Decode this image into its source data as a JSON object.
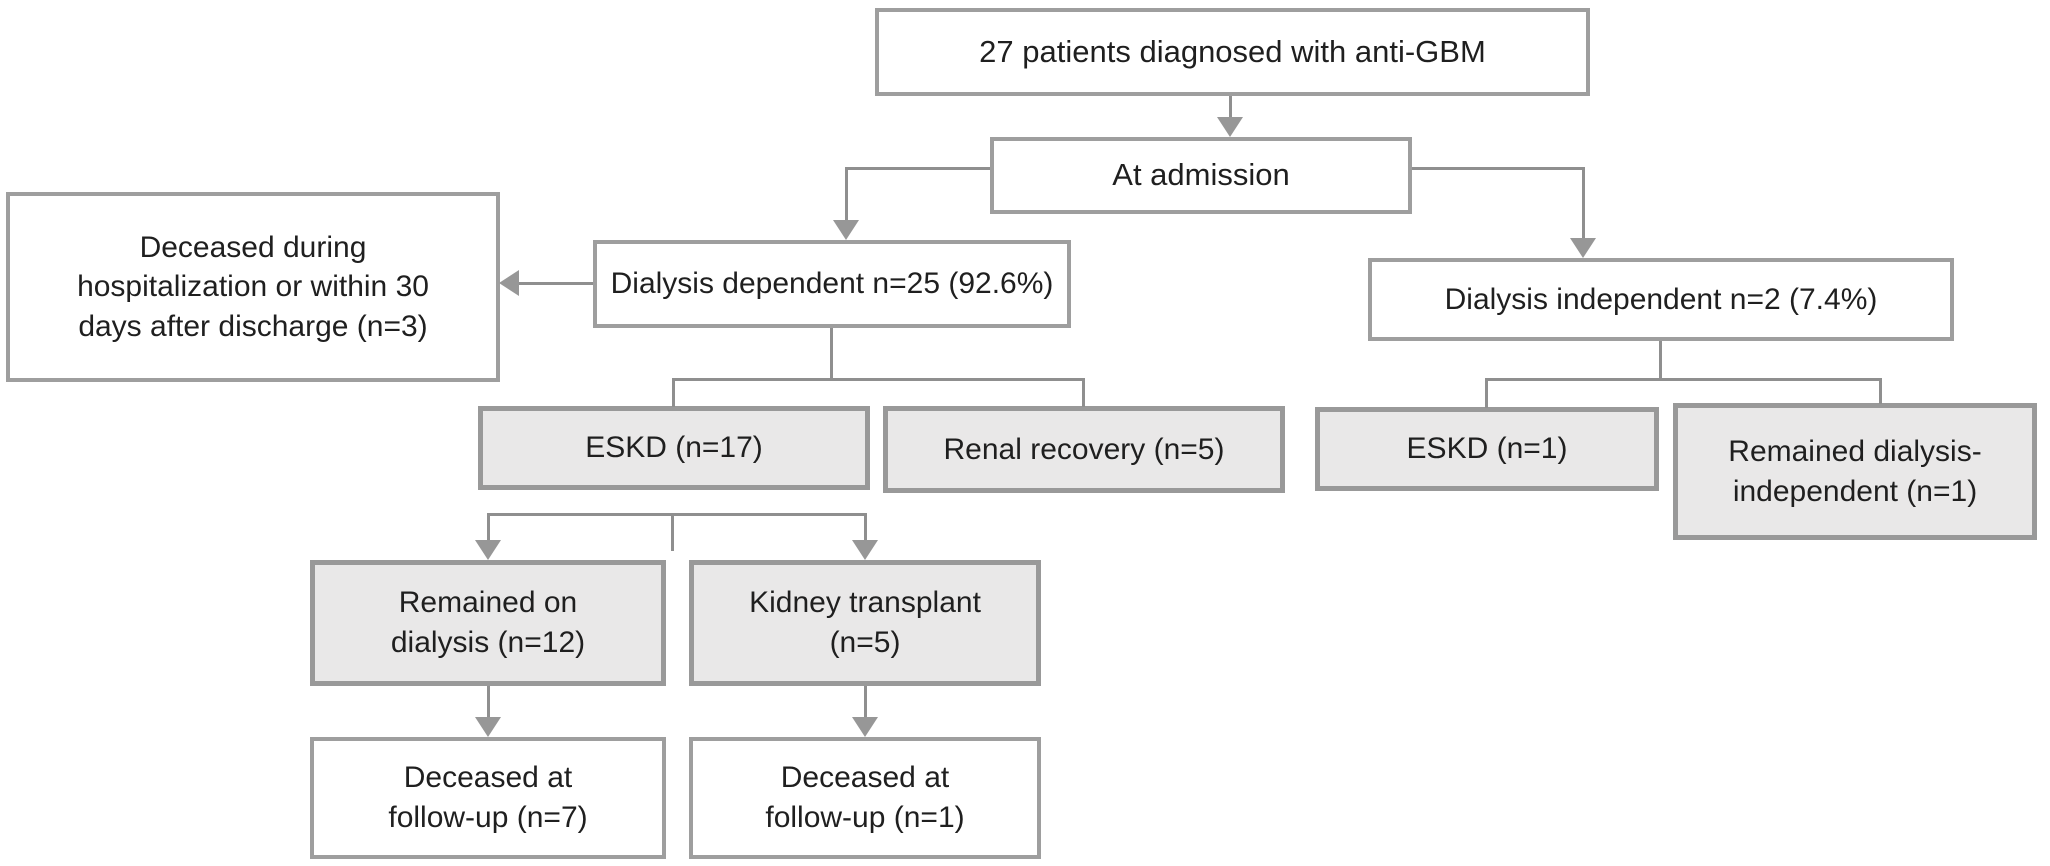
{
  "figure": {
    "type": "patient-flow-diagram",
    "colors": {
      "white_box_fill": "#ffffff",
      "white_box_border": "#9e9e9e",
      "gray_box_fill": "#e9e8e8",
      "gray_box_border": "#999999",
      "connector_line": "#8f8f8f",
      "arrowhead": "#979797",
      "text": "#1f1f1f"
    },
    "nodes": {
      "total": {
        "label": "27 patients diagnosed with anti-GBM"
      },
      "admission": {
        "label": "At admission"
      },
      "deceased_hospitalization": {
        "label": "Deceased during\nhospitalization or within 30\ndays after discharge (n=3)"
      },
      "dialysis_dependent": {
        "label": "Dialysis dependent n=25 (92.6%)"
      },
      "dialysis_independent": {
        "label": "Dialysis independent n=2 (7.4%)"
      },
      "eskd_17": {
        "label": "ESKD (n=17)"
      },
      "renal_recovery": {
        "label": "Renal recovery (n=5)"
      },
      "eskd_1": {
        "label": "ESKD (n=1)"
      },
      "remained_dialysis_independent": {
        "label": "Remained dialysis-\nindependent (n=1)"
      },
      "remained_on_dialysis": {
        "label": "Remained on\ndialysis (n=12)"
      },
      "kidney_transplant": {
        "label": "Kidney transplant\n(n=5)"
      },
      "deceased_followup_7": {
        "label": "Deceased at\nfollow-up (n=7)"
      },
      "deceased_followup_1": {
        "label": "Deceased at\nfollow-up (n=1)"
      }
    }
  }
}
